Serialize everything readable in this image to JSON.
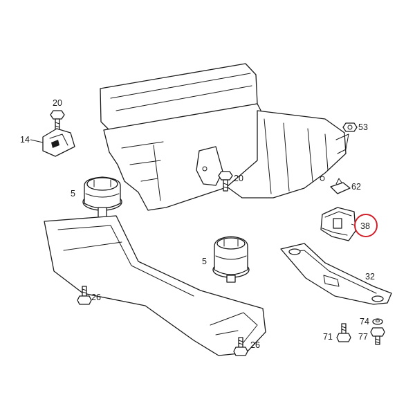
{
  "labels": {
    "l20a": "20",
    "l14": "14",
    "l5a": "5",
    "l20b": "20",
    "l53": "53",
    "l62": "62",
    "l38": "38",
    "l5b": "5",
    "l32": "32",
    "l26a": "26",
    "l26b": "26",
    "l74": "74",
    "l71": "71",
    "l77": "77"
  },
  "highlight": {
    "part": "38",
    "color": "#d0202a"
  },
  "colors": {
    "line": "#1a1a1a",
    "background": "#ffffff"
  }
}
